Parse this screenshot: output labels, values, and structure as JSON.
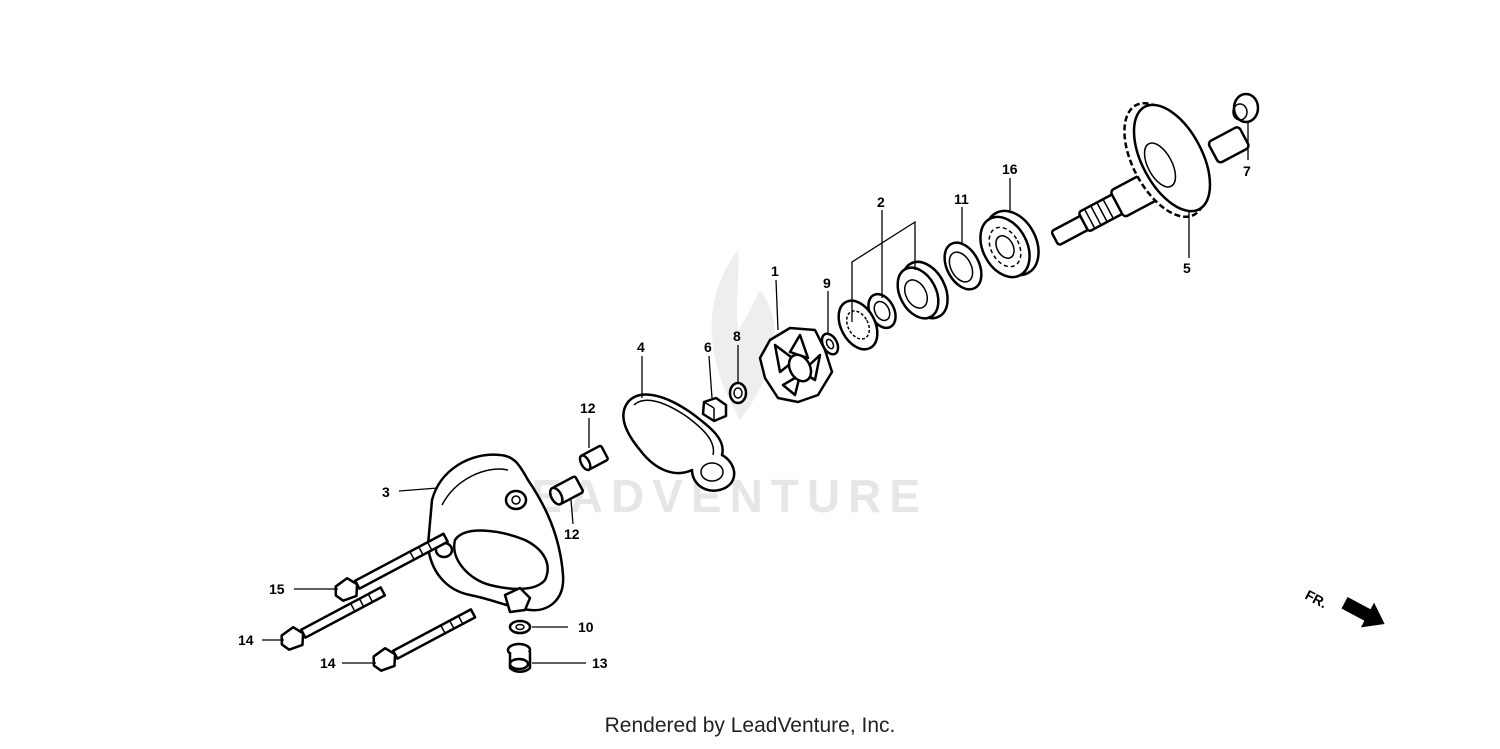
{
  "diagram": {
    "callouts": {
      "c1": "1",
      "c2": "2",
      "c3": "3",
      "c4": "4",
      "c5": "5",
      "c6": "6",
      "c7": "7",
      "c8": "8",
      "c9": "9",
      "c10": "10",
      "c11": "11",
      "c12a": "12",
      "c12b": "12",
      "c13": "13",
      "c14a": "14",
      "c14b": "14",
      "c15": "15",
      "c16": "16"
    },
    "direction_label": "FR.",
    "watermark": "LEADVENTURE"
  },
  "footer": {
    "credit": "Rendered by LeadVenture, Inc."
  }
}
